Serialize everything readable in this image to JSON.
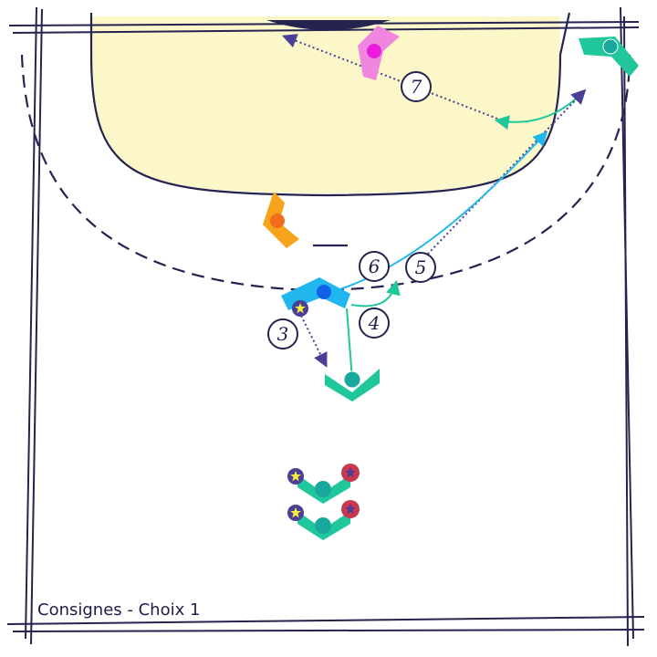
{
  "caption": "Consignes - Choix 1",
  "colors": {
    "line": "#25234f",
    "goal_area": "#fbf7c9",
    "teal_player": "#1fc79a",
    "blue_player": "#22b6ee",
    "orange_player": "#f7a31c",
    "pink_player": "#f086dd",
    "star_yellow": "#f7ee3a",
    "star_red": "#c8384f",
    "arrow_teal": "#1fc79a",
    "arrow_blue": "#22b6ee",
    "arrow_dotted": "#4a3f96"
  },
  "steps": [
    {
      "id": "3",
      "label": "3"
    },
    {
      "id": "4",
      "label": "4"
    },
    {
      "id": "5",
      "label": "5"
    },
    {
      "id": "6",
      "label": "6"
    },
    {
      "id": "7",
      "label": "7"
    }
  ],
  "icons": {
    "attacker": "chevron-player-icon",
    "defender": "chevron-defender-icon",
    "goalkeeper": "goalkeeper-icon",
    "star": "star-icon"
  }
}
